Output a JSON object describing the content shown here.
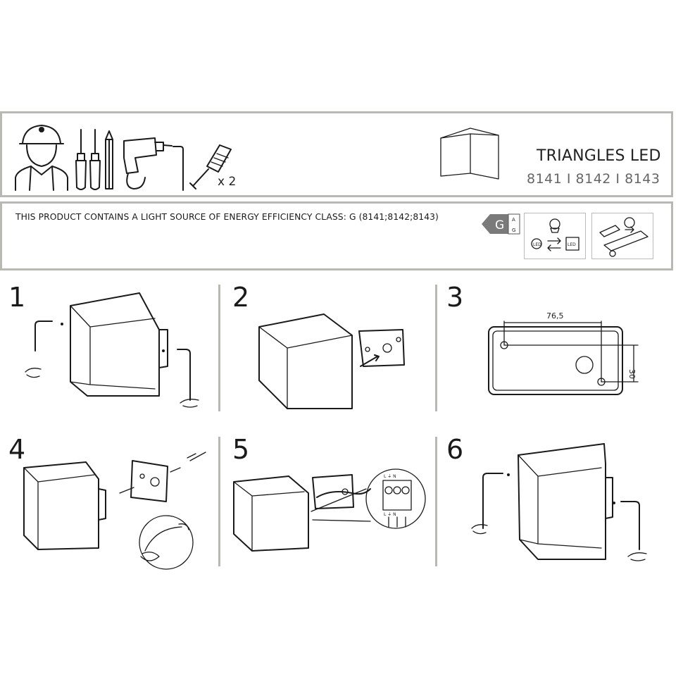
{
  "header": {
    "product_title": "TRIANGLES LED",
    "product_codes": "8141 I 8142 I 8143"
  },
  "tools": {
    "anchor_quantity": "x 2"
  },
  "energy": {
    "statement": "THIS PRODUCT CONTAINS A LIGHT SOURCE OF ENERGY EFFICIENCY CLASS: G (8141;8142;8143)",
    "class": "G",
    "scale_top": "A",
    "scale_bottom": "G",
    "led_label": "LED"
  },
  "steps": [
    {
      "number": "1"
    },
    {
      "number": "2"
    },
    {
      "number": "3",
      "dim_width": "76,5",
      "dim_height": "30"
    },
    {
      "number": "4"
    },
    {
      "number": "5",
      "terminal_top": "L  ⏚  N",
      "terminal_bottom": "L  ⏚  N"
    },
    {
      "number": "6"
    }
  ]
}
